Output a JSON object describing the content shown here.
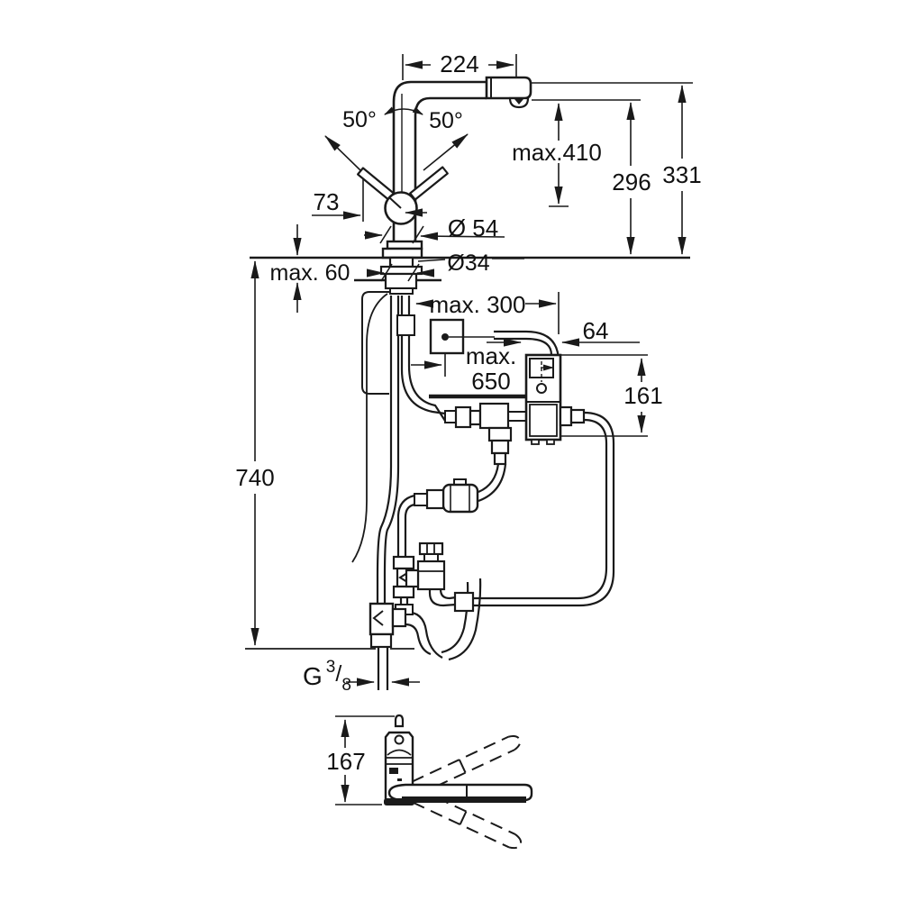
{
  "labels": {
    "spout_reach": "224",
    "swivel_angle_left": "50°",
    "swivel_angle_right": "50°",
    "pullout_extension": "max.410",
    "spout_outlet_height": "296",
    "overall_height": "331",
    "lever_projection": "73",
    "base_diameter": "Ø 54",
    "hole_diameter": "Ø34",
    "deck_thickness": "max. 60",
    "sensor_offset": "max. 300",
    "unit_offset": "64",
    "sensor_cable_line1": "max.",
    "sensor_cable_line2": "650",
    "control_unit_height": "161",
    "supply_drop": "740",
    "thread_prefix": "G",
    "thread_numerator": "3",
    "thread_slash": "/",
    "thread_denominator": "8",
    "side_view_height": "167"
  },
  "colors": {
    "line": "#1a1a1a",
    "background": "#ffffff"
  }
}
